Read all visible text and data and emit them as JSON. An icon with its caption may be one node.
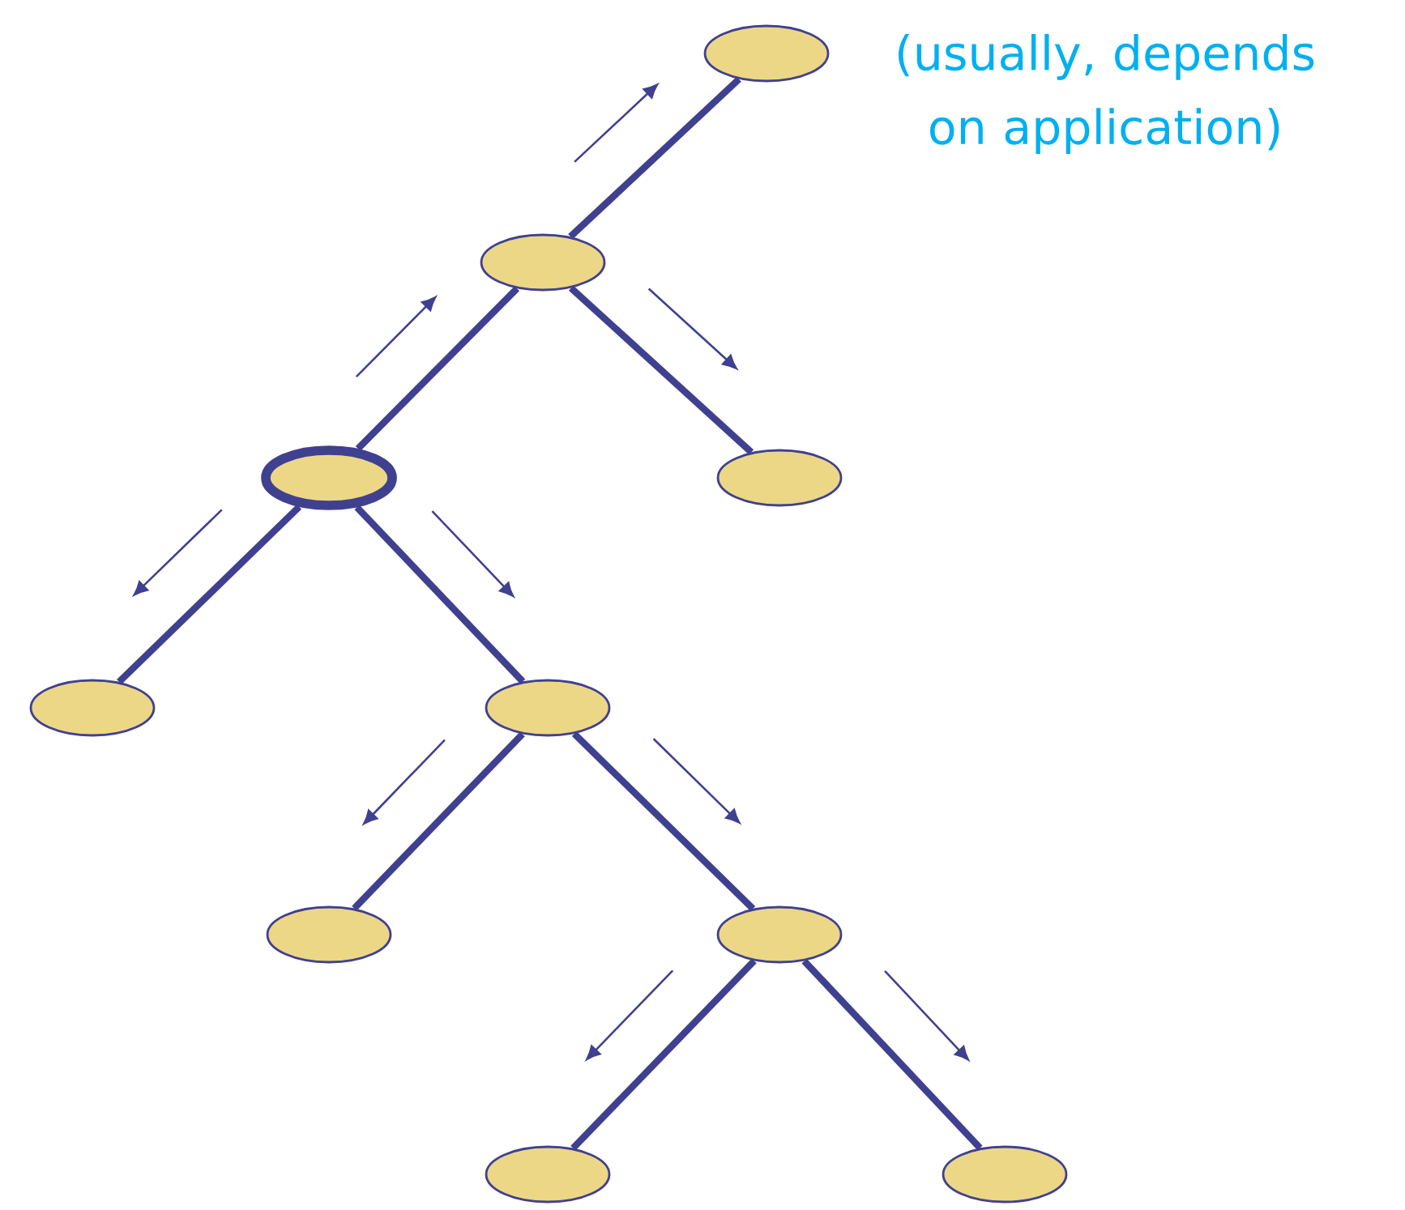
{
  "diagram": {
    "nodes": [
      {
        "text": [],
        "shape": "ellipse",
        "beside": [
          "(usually, depends on application)"
        ]
      },
      {
        "text": [],
        "shape": "ellipse"
      },
      {
        "text": [],
        "shape": "ellipse"
      },
      {
        "text": [],
        "shape": "ellipse"
      },
      {
        "text": [],
        "shape": "ellipse"
      },
      {
        "text": [],
        "shape": "ellipse"
      },
      {
        "text": [],
        "shape": "ellipse"
      },
      {
        "text": [],
        "shape": "ellipse"
      },
      {
        "text": [],
        "shape": "ellipse"
      },
      {
        "text": [],
        "shape": "ellipse"
      }
    ],
    "edges": [
      {
        "from": 3,
        "to": 1,
        "arrow": "none"
      },
      {
        "from": 1,
        "to": 0,
        "arrow": "none"
      },
      {
        "from": 1,
        "to": 2,
        "arrow": "none"
      },
      {
        "from": 3,
        "to": 4,
        "arrow": "none"
      },
      {
        "from": 3,
        "to": 5,
        "arrow": "none"
      },
      {
        "from": 5,
        "to": 6,
        "arrow": "none"
      },
      {
        "from": 5,
        "to": 7,
        "arrow": "none"
      },
      {
        "from": 7,
        "to": 8,
        "arrow": "none"
      },
      {
        "from": 7,
        "to": 9,
        "arrow": "none"
      }
    ]
  }
}
